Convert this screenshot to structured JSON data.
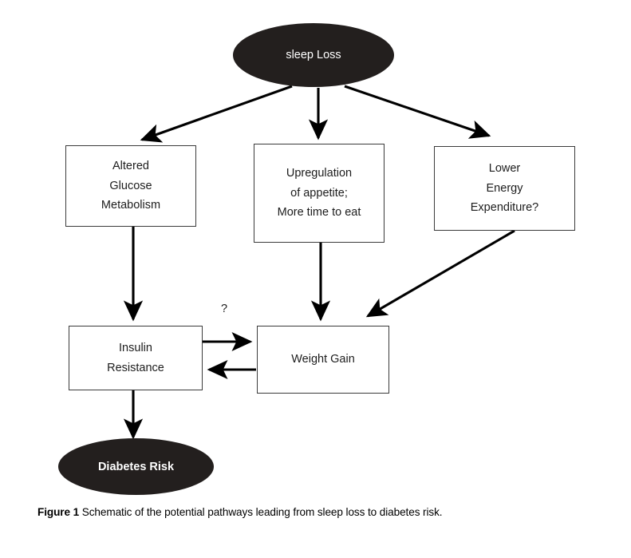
{
  "figure": {
    "caption_label": "Figure 1",
    "caption_text": "Schematic of the potential pathways leading from sleep loss to diabetes risk.",
    "colors": {
      "ellipse_fill": "#231f1e",
      "ellipse_text": "#ffffff",
      "box_border": "#3b3b3b",
      "box_fill": "#ffffff",
      "edge": "#000000",
      "text": "#1c1c1c"
    }
  },
  "nodes": {
    "sleep_loss": {
      "label": "sleep Loss",
      "shape": "ellipse"
    },
    "altered_glucose": {
      "shape": "box",
      "lines": [
        "Altered",
        "Glucose",
        "Metabolism"
      ]
    },
    "upregulation": {
      "shape": "box",
      "lines": [
        "Upregulation",
        "of appetite;",
        "More time to eat"
      ]
    },
    "lower_energy": {
      "shape": "box",
      "lines": [
        "Lower",
        "Energy",
        "Expenditure?"
      ]
    },
    "insulin_resistance": {
      "shape": "box",
      "lines": [
        "Insulin",
        "Resistance"
      ]
    },
    "weight_gain": {
      "shape": "box",
      "lines": [
        "Weight Gain"
      ]
    },
    "diabetes_risk": {
      "label": "Diabetes Risk",
      "shape": "ellipse"
    }
  },
  "edges": {
    "question_label": "?",
    "list": [
      {
        "from": "sleep Loss",
        "to": "Altered Glucose Metabolism"
      },
      {
        "from": "sleep Loss",
        "to": "Upregulation of appetite; More time to eat"
      },
      {
        "from": "sleep Loss",
        "to": "Lower Energy Expenditure?"
      },
      {
        "from": "Altered Glucose Metabolism",
        "to": "Insulin Resistance"
      },
      {
        "from": "Upregulation of appetite; More time to eat",
        "to": "Weight Gain"
      },
      {
        "from": "Lower Energy Expenditure?",
        "to": "Weight Gain"
      },
      {
        "from": "Insulin Resistance",
        "to": "Weight Gain",
        "label": "?"
      },
      {
        "from": "Weight Gain",
        "to": "Insulin Resistance"
      },
      {
        "from": "Insulin Resistance",
        "to": "Diabetes Risk"
      }
    ]
  }
}
